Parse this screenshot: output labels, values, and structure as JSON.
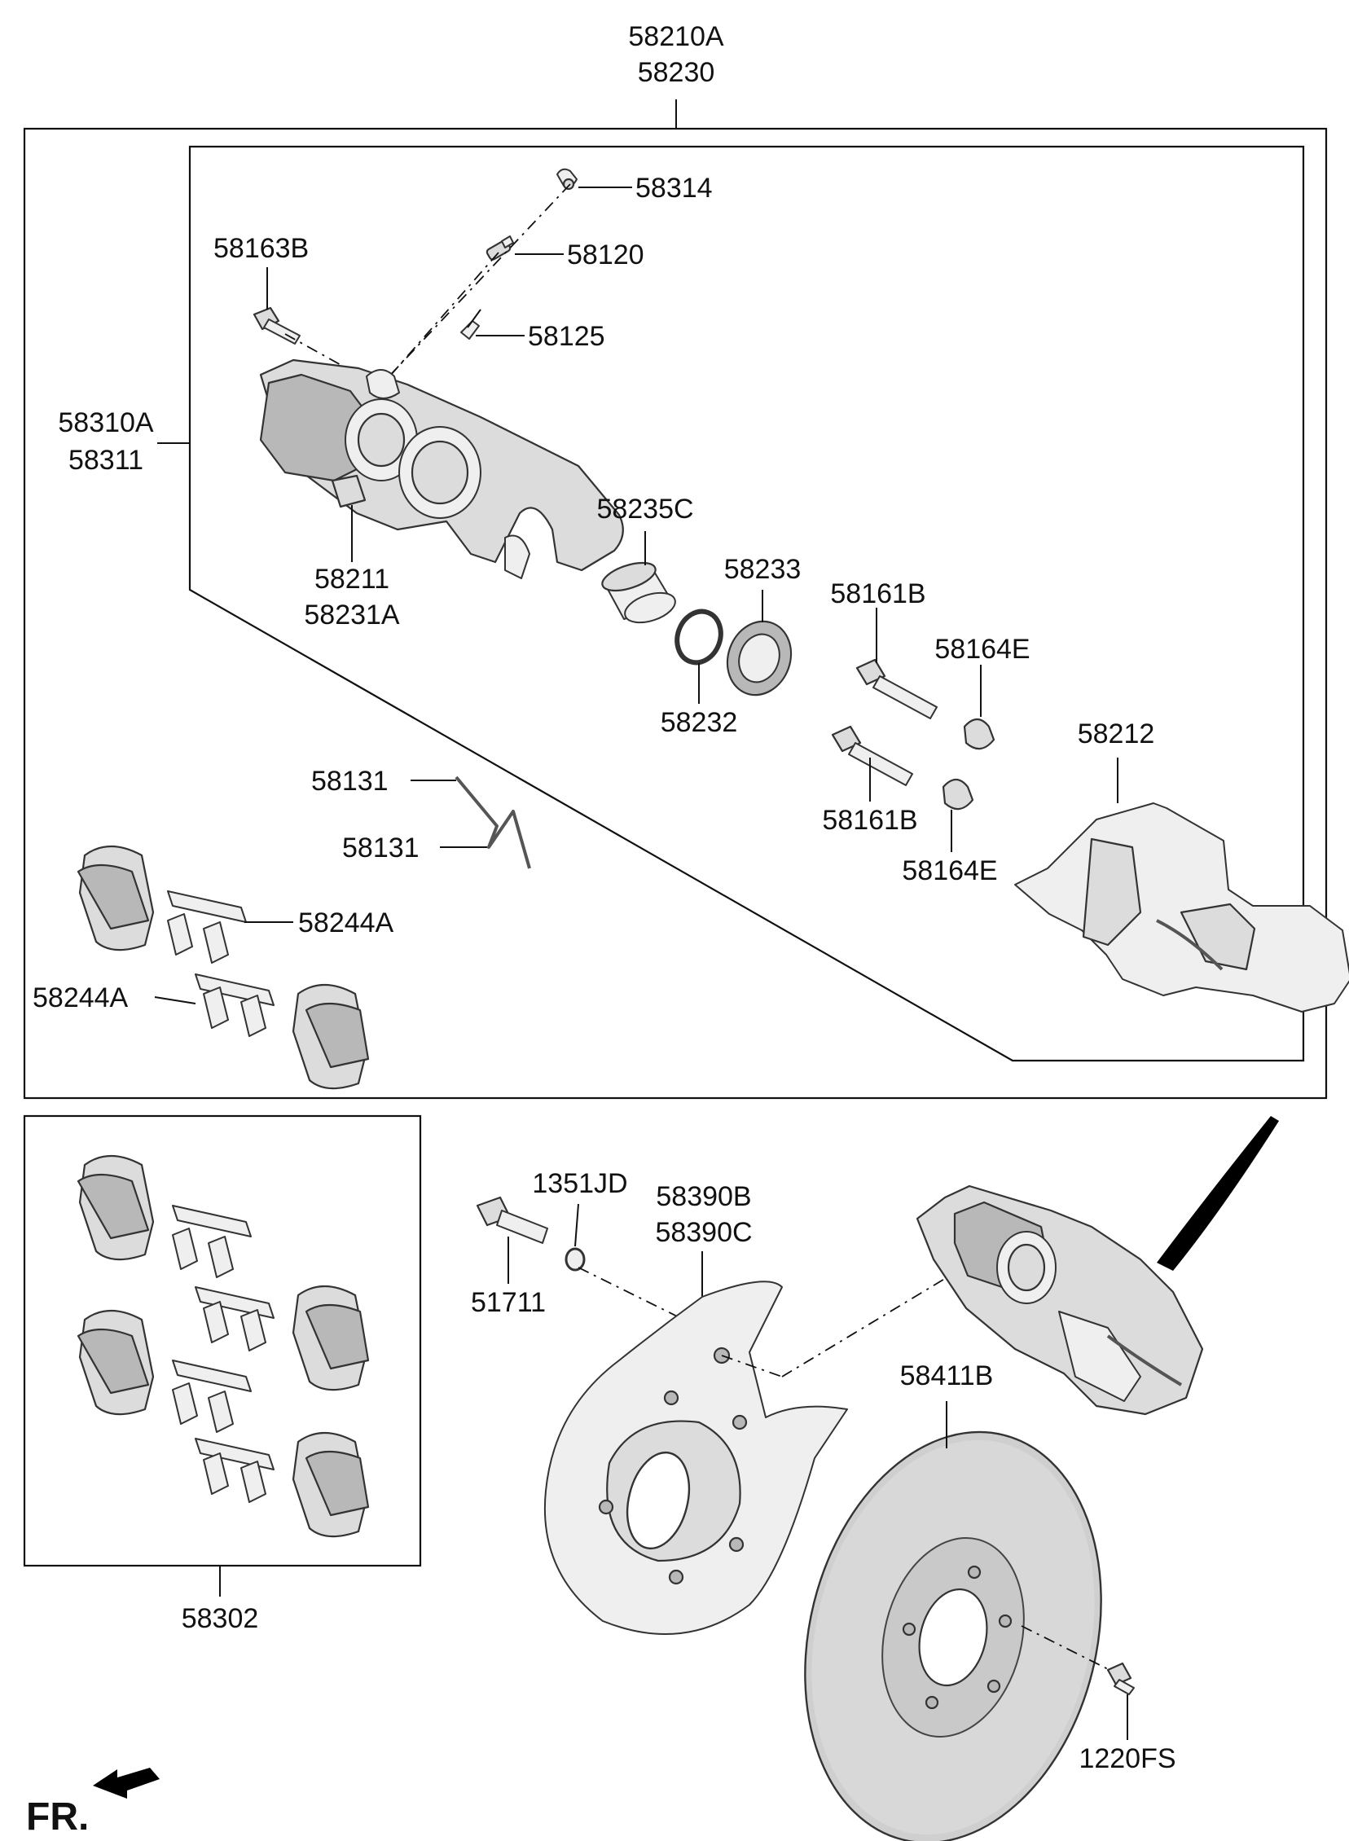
{
  "labels": {
    "l58210A": "58210A",
    "l58230": "58230",
    "l58314": "58314",
    "l58120": "58120",
    "l58163B": "58163B",
    "l58125": "58125",
    "l58310A": "58310A",
    "l58311": "58311",
    "l58235C": "58235C",
    "l58211": "58211",
    "l58231A": "58231A",
    "l58233": "58233",
    "l58161B_top": "58161B",
    "l58164E_top": "58164E",
    "l58232": "58232",
    "l58212": "58212",
    "l58131_a": "58131",
    "l58131_b": "58131",
    "l58161B_bot": "58161B",
    "l58164E_bot": "58164E",
    "l58244A_a": "58244A",
    "l58244A_b": "58244A",
    "l1351JD": "1351JD",
    "l58390B": "58390B",
    "l58390C": "58390C",
    "l51711": "51711",
    "l58411B": "58411B",
    "l58302": "58302",
    "l1220FS": "1220FS",
    "fr": "FR."
  }
}
